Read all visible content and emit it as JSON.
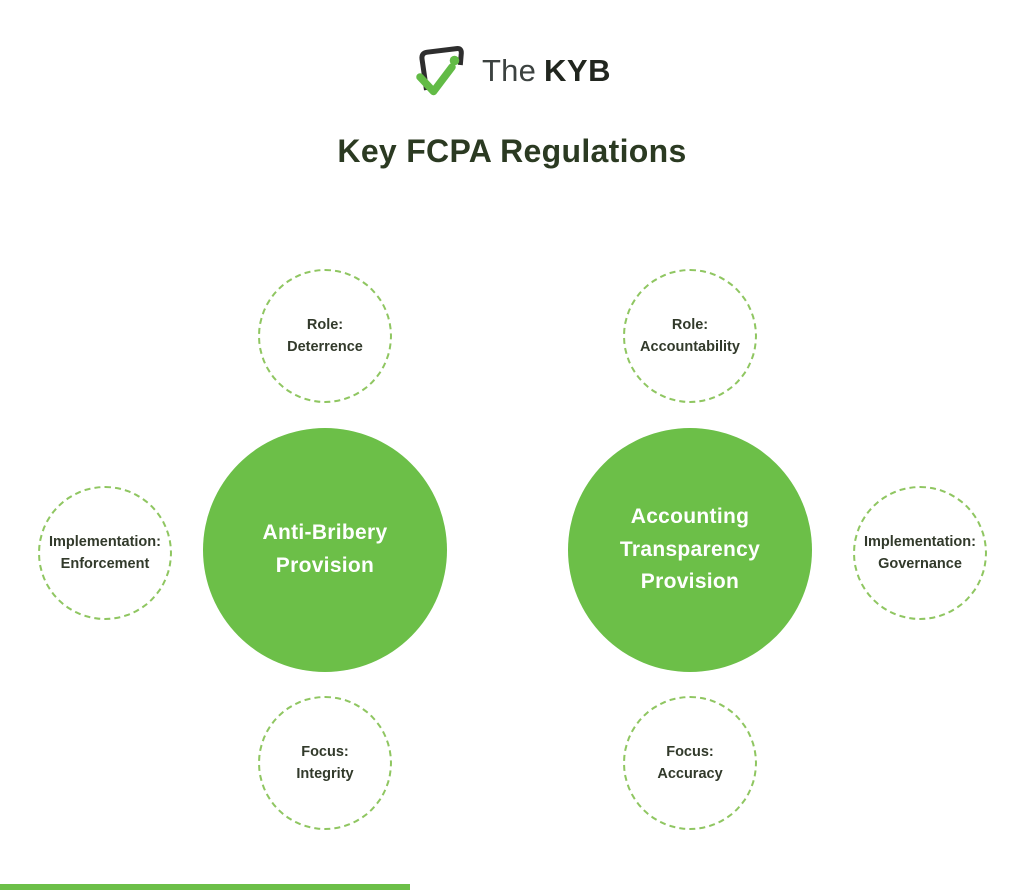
{
  "logo": {
    "word_the": "The",
    "word_kyb": "KYB"
  },
  "title": "Key FCPA Regulations",
  "colors": {
    "primary_green": "#6cbf48",
    "dashed_border_green": "#8fc661",
    "logo_check_green": "#62bb46",
    "logo_frame_dark": "#2e2e2e",
    "title_text": "#2b3a22",
    "satellite_text": "#323a2b",
    "main_circle_text": "#ffffff"
  },
  "diagram": {
    "left_group": {
      "center": "Anti-Bribery\nProvision",
      "top": "Role:\nDeterrence",
      "side": "Implementation:\nEnforcement",
      "bottom": "Focus:\nIntegrity"
    },
    "right_group": {
      "center": "Accounting\nTransparency\nProvision",
      "top": "Role:\nAccountability",
      "side": "Implementation:\nGovernance",
      "bottom": "Focus:\nAccuracy"
    }
  }
}
